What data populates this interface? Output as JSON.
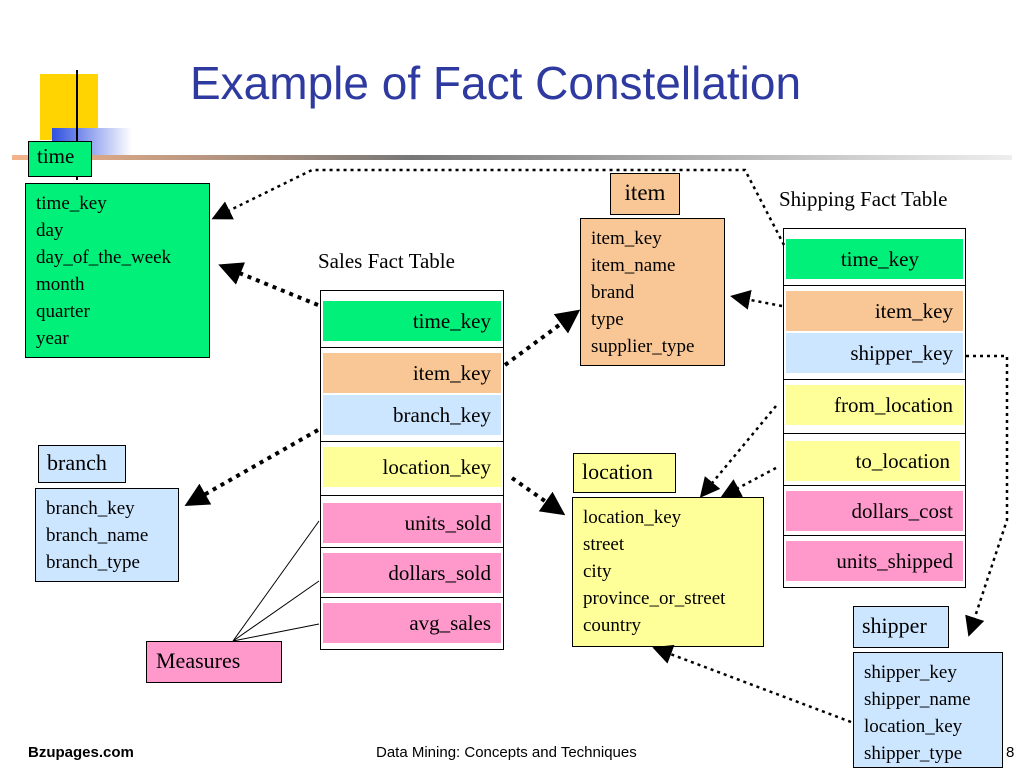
{
  "title": "Example of Fact Constellation",
  "sales": {
    "caption": "Sales Fact Table",
    "fields": [
      "time_key",
      "item_key",
      "branch_key",
      "location_key",
      "units_sold",
      "dollars_sold",
      "avg_sales"
    ]
  },
  "shipping": {
    "caption": "Shipping Fact Table",
    "fields": [
      "time_key",
      "item_key",
      "shipper_key",
      "from_location",
      "to_location",
      "dollars_cost",
      "units_shipped"
    ]
  },
  "time": {
    "label": "time",
    "attrs": [
      "time_key",
      "day",
      "day_of_the_week",
      "month",
      "quarter",
      "year"
    ]
  },
  "item": {
    "label": "item",
    "attrs": [
      "item_key",
      "item_name",
      "brand",
      "type",
      "supplier_type"
    ]
  },
  "branch": {
    "label": "branch",
    "attrs": [
      "branch_key",
      "branch_name",
      "branch_type"
    ]
  },
  "location": {
    "label": "location",
    "attrs": [
      "location_key",
      "street",
      "city",
      "province_or_street",
      "country"
    ]
  },
  "shipper": {
    "label": "shipper",
    "attrs": [
      "shipper_key",
      "shipper_name",
      "location_key",
      "shipper_type"
    ]
  },
  "measures": {
    "label": "Measures"
  },
  "footer": {
    "left": "Bzupages.com",
    "center": "Data Mining: Concepts and Techniques",
    "page": "8"
  },
  "colors": {
    "title": "#2e3aa0",
    "time": "#00f07a",
    "item": "#f9c796",
    "branch": "#cce6ff",
    "location": "#ffff99",
    "measure": "#ff99cc"
  }
}
